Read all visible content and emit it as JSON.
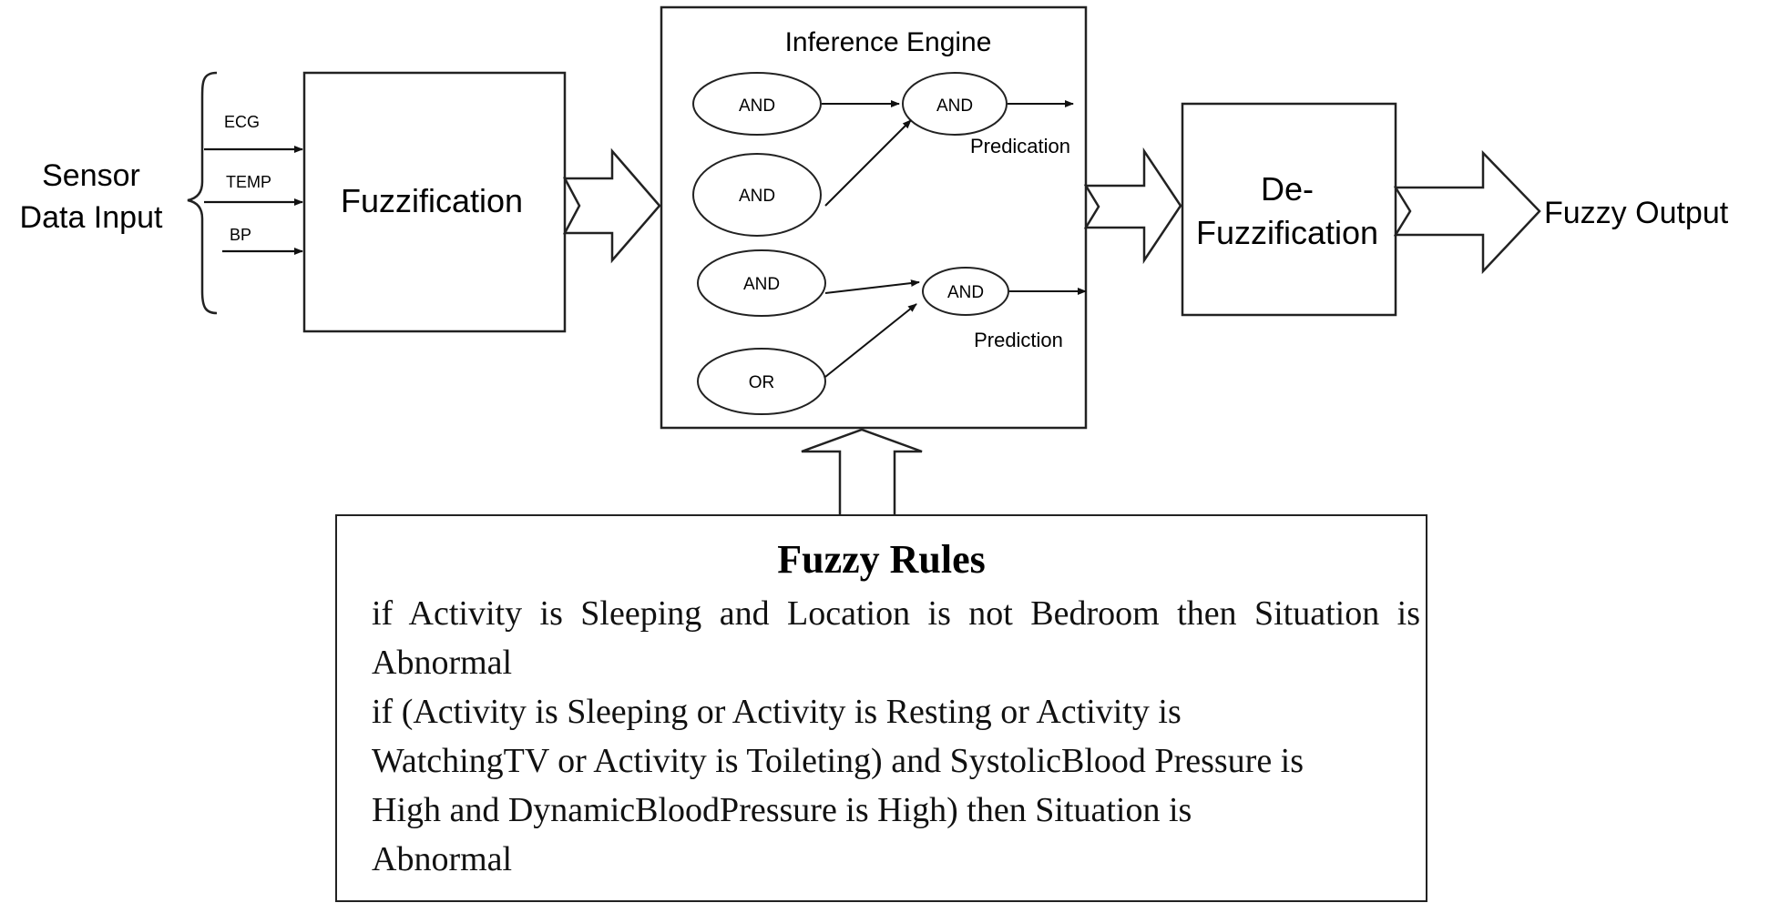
{
  "input_label_line1": "Sensor",
  "input_label_line2": "Data Input",
  "signals": [
    "ECG",
    "TEMP",
    "BP"
  ],
  "fuzzification_label": "Fuzzification",
  "inference": {
    "title": "Inference Engine",
    "left_nodes": [
      "AND",
      "AND",
      "AND",
      "OR"
    ],
    "right_nodes": [
      "AND",
      "AND"
    ],
    "output_labels": [
      "Predication",
      "Prediction"
    ]
  },
  "defuzzification_line1": "De-",
  "defuzzification_line2": "Fuzzification",
  "output_label": "Fuzzy Output",
  "rules": {
    "title": "Fuzzy Rules",
    "rule1": "if Activity is Sleeping and Location is not Bedroom then Situation is Abnormal",
    "rule2": "if (Activity is Sleeping or Activity is Resting or Activity is WatchingTV or Activity is Toileting) and SystolicBlood Pressure is High and DynamicBloodPressure is High) then Situation is Abnormal"
  }
}
